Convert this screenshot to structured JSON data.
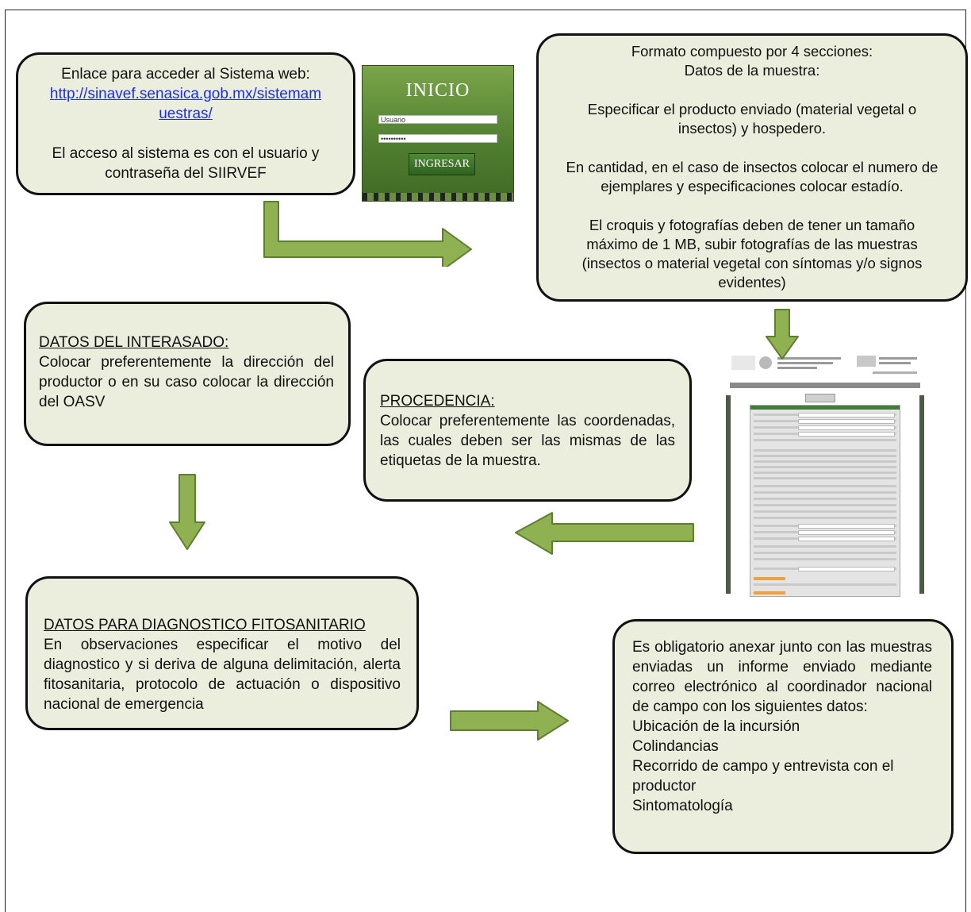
{
  "box1": {
    "line1": "Enlace para acceder al Sistema web:",
    "link_line1": "http://sinavef.senasica.gob.mx/sistemam",
    "link_line2": "uestras/",
    "line2": "El acceso al sistema es con el usuario y",
    "line3": "contraseña del SIIRVEF"
  },
  "login": {
    "title": "INICIO",
    "user_value": "Usuario",
    "password_value": "••••••••••",
    "button": "INGRESAR"
  },
  "box2": {
    "lines": [
      "Formato compuesto por 4 secciones:",
      "Datos de la muestra:",
      "",
      "Especificar el producto enviado (material vegetal o",
      "insectos) y hospedero.",
      "",
      "En cantidad, en el caso de insectos colocar el numero de",
      "ejemplares y especificaciones colocar estadío.",
      "",
      "El croquis y fotografías deben de tener un tamaño",
      "máximo de 1 MB, subir fotografías de las muestras",
      "(insectos o material vegetal con síntomas y/o signos",
      "evidentes)"
    ]
  },
  "box3": {
    "heading": "DATOS DEL INTERASADO:",
    "body": "Colocar preferentemente la dirección del productor o en su caso colocar la dirección del OASV"
  },
  "box4": {
    "heading": "PROCEDENCIA:",
    "body": "Colocar preferentemente las coordenadas, las cuales deben ser las mismas de las etiquetas de la muestra."
  },
  "box5": {
    "heading": "DATOS PARA DIAGNOSTICO FITOSANITARIO",
    "body": "En observaciones especificar el motivo del diagnostico y si deriva de alguna delimitación, alerta fitosanitaria, protocolo de actuación o dispositivo nacional de emergencia"
  },
  "box6": {
    "body": "Es obligatorio anexar junto con las muestras enviadas un informe enviado mediante correo electrónico al coordinador nacional de campo con los siguientes datos:",
    "items": [
      "Ubicación de la incursión",
      "Colindancias",
      "Recorrido de campo y entrevista con el productor",
      "Sintomatología"
    ]
  },
  "colors": {
    "box_fill": "#ebeedd",
    "arrow_fill": "#8fb152",
    "arrow_stroke": "#5f7f30",
    "link": "#1a2ee6"
  },
  "icons": [
    "arrow-down-right-icon",
    "arrow-down-icon",
    "arrow-left-icon",
    "arrow-right-icon"
  ]
}
